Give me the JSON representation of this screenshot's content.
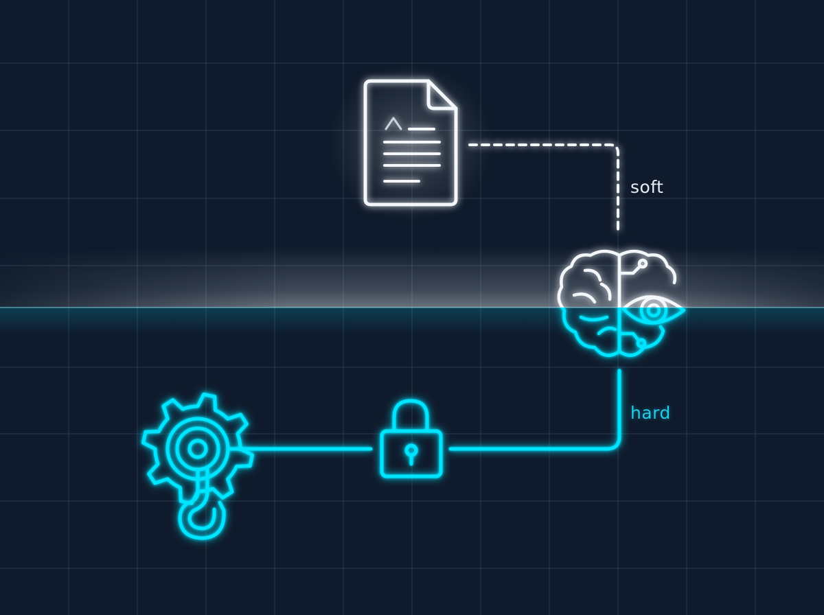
{
  "labels": {
    "soft": "soft",
    "hard": "hard"
  },
  "icons": {
    "document": "document-icon",
    "brain": "brain-eye-icon",
    "lock": "padlock-icon",
    "gear_hook": "gear-hook-icon"
  },
  "connections": [
    {
      "from": "document-icon",
      "to": "brain-eye-icon",
      "style": "dashed",
      "label": "soft"
    },
    {
      "from": "brain-eye-icon",
      "to": "padlock-icon",
      "style": "solid",
      "label": "hard"
    },
    {
      "from": "padlock-icon",
      "to": "gear-hook-icon",
      "style": "solid"
    }
  ],
  "colors": {
    "background": "#0f1b2c",
    "grid": "#2a3a4d",
    "soft": "#f2f5f8",
    "hard": "#00e5ff"
  }
}
